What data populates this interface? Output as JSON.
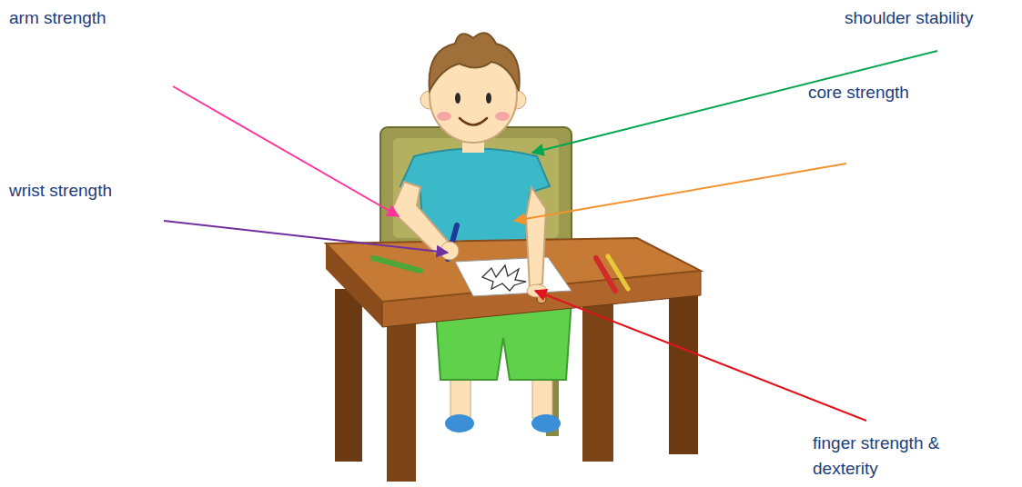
{
  "diagram": {
    "labels": [
      "arm strength",
      "shoulder stability",
      "core strength",
      "wrist strength",
      "finger strength & dexterity"
    ]
  }
}
